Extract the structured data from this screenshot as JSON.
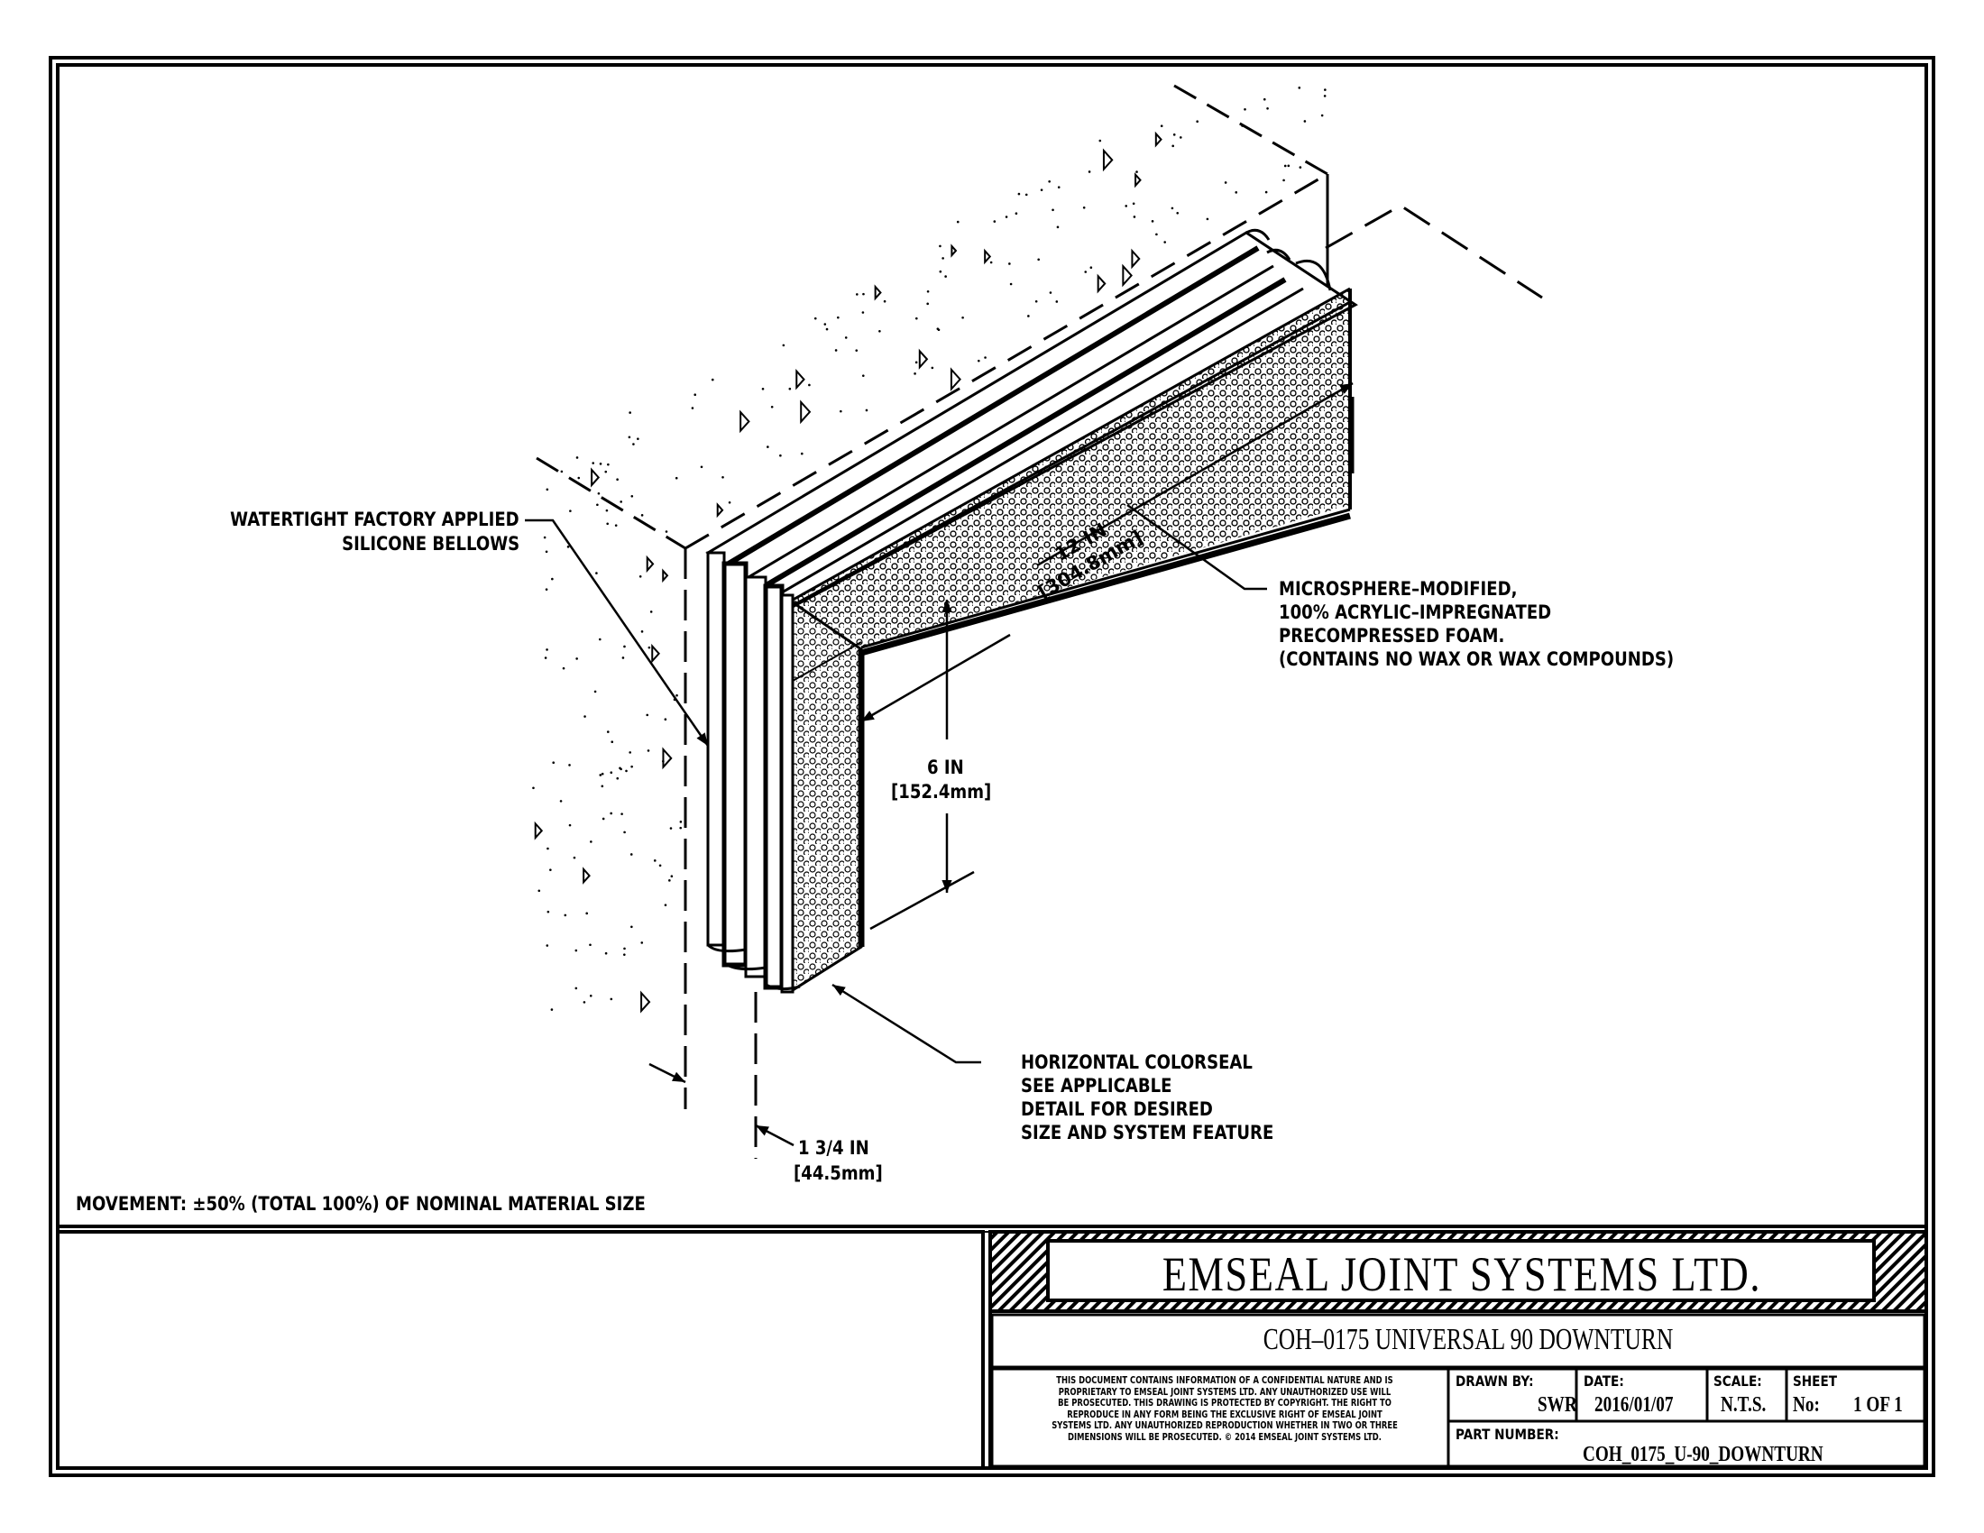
{
  "drawing": {
    "callouts": {
      "bellows": [
        "WATERTIGHT FACTORY APPLIED",
        "SILICONE BELLOWS"
      ],
      "foam": [
        "MICROSPHERE–MODIFIED,",
        "100% ACRYLIC–IMPREGNATED",
        "PRECOMPRESSED FOAM.",
        "(CONTAINS NO WAX OR WAX COMPOUNDS)"
      ],
      "colorseal": [
        "HORIZONTAL COLORSEAL",
        "SEE APPLICABLE",
        "DETAIL FOR DESIRED",
        "SIZE AND SYSTEM FEATURE"
      ]
    },
    "dimensions": {
      "length": {
        "imperial": "12 IN",
        "metric": "[304.8mm]"
      },
      "height": {
        "imperial": "6 IN",
        "metric": "[152.4mm]"
      },
      "depth": {
        "imperial": "1 3/4 IN",
        "metric": "[44.5mm]"
      }
    },
    "movement_note": "MOVEMENT: ±50% (TOTAL 100%) OF NOMINAL MATERIAL SIZE"
  },
  "title_block": {
    "company": "EMSEAL JOINT SYSTEMS LTD.",
    "title": "COH–0175 UNIVERSAL 90 DOWNTURN",
    "notice": [
      "THIS DOCUMENT CONTAINS INFORMATION OF A CONFIDENTIAL NATURE AND IS",
      "PROPRIETARY TO EMSEAL JOINT SYSTEMS LTD. ANY UNAUTHORIZED USE WILL",
      "BE PROSECUTED. THIS DRAWING IS PROTECTED BY COPYRIGHT. THE RIGHT TO",
      "REPRODUCE IN ANY FORM BEING THE EXCLUSIVE RIGHT OF EMSEAL JOINT",
      "SYSTEMS LTD. ANY UNAUTHORIZED REPRODUCTION WHETHER IN TWO OR THREE",
      "DIMENSIONS WILL BE PROSECUTED. © 2014 EMSEAL JOINT SYSTEMS LTD."
    ],
    "drawn_by_label": "DRAWN BY:",
    "drawn_by": "SWR",
    "date_label": "DATE:",
    "date": "2016/01/07",
    "scale_label": "SCALE:",
    "scale": "N.T.S.",
    "sheet_label": "SHEET",
    "sheet_no_label": "No:",
    "sheet": "1 OF 1",
    "part_number_label": "PART NUMBER:",
    "part_number": "COH_0175_U-90_DOWNTURN"
  },
  "colors": {
    "ink": "#000000",
    "paper": "#ffffff"
  }
}
